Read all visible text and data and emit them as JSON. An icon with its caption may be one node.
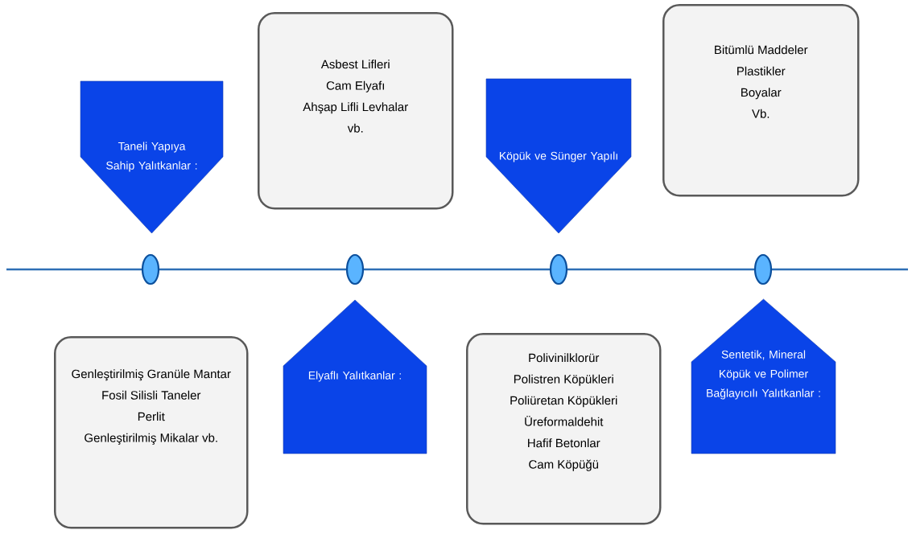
{
  "diagram": {
    "nodes": [
      {
        "text": [
          "Taneli Yapıya Sahip Yalıtkanlar :"
        ]
      },
      {
        "text": [
          "Asbest Lifleri",
          "Cam Elyafı",
          "Ahşap Lifli Levhalar",
          "vb."
        ]
      },
      {
        "text": [
          "Köpük ve Sünger Yapılı"
        ]
      },
      {
        "text": [
          "Bitümlü Maddeler",
          "Plastikler",
          "Boyalar",
          "Vb."
        ]
      },
      {
        "text": [],
        "shape": "circle"
      },
      {
        "text": [],
        "shape": "circle"
      },
      {
        "text": [],
        "shape": "circle"
      },
      {
        "text": [],
        "shape": "circle"
      },
      {
        "text": [
          "Genleştirilmiş Granüle Mantar",
          "Fosil Silisli Taneler",
          "Perlit",
          "Genleştirilmiş Mikalar vb."
        ]
      },
      {
        "text": [
          "Elyaflı Yalıtkanlar :"
        ]
      },
      {
        "text": [
          "Polivinilklorür",
          "Polistren Köpükleri",
          "Poliüretan Köpükleri",
          "Üreformaldehit",
          "Hafif Betonlar",
          "Cam Köpüğü"
        ]
      },
      {
        "text": [
          "Sentetik, Mineral Köpük ve Polimer Bağlayıcılı  Yalıtkanlar :"
        ]
      }
    ]
  }
}
